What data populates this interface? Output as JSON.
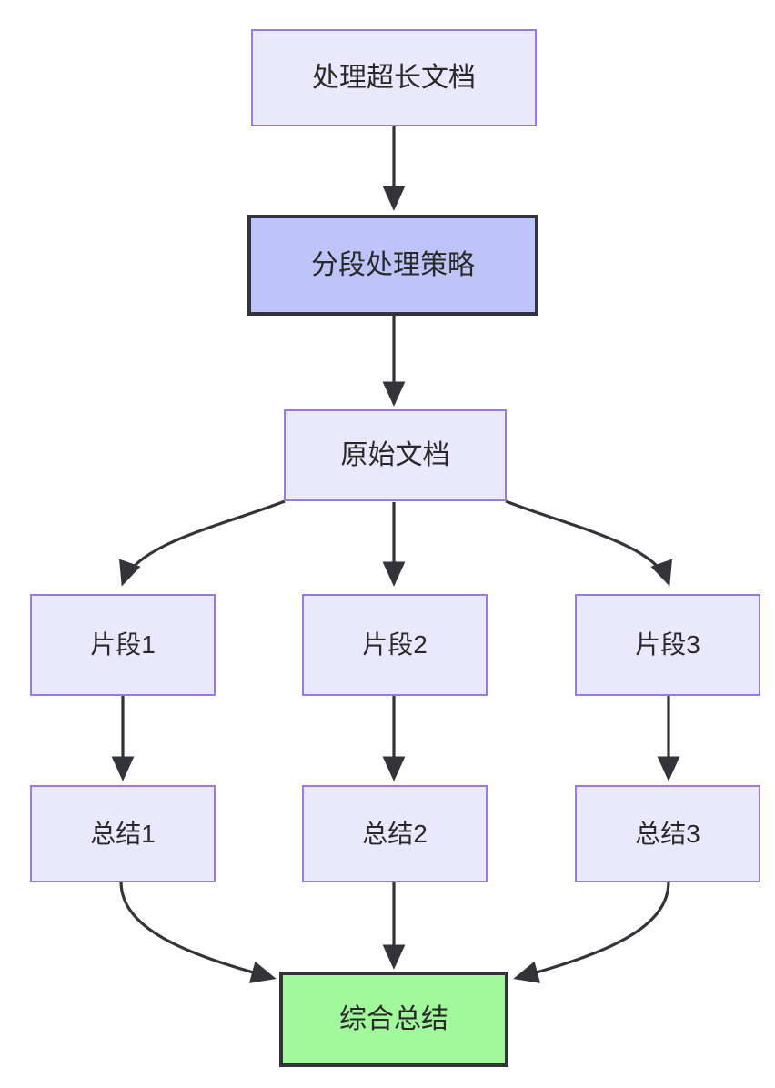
{
  "diagram": {
    "type": "flowchart",
    "direction": "top-down",
    "background_color": "#ffffff",
    "styles": {
      "default_fill": "#eae8fd",
      "default_stroke": "#9a79e0",
      "strategy_fill": "#bec4fa",
      "strategy_stroke": "#33333a",
      "final_fill": "#a2f99b",
      "final_stroke": "#33333a",
      "edge_color": "#33333a",
      "text_color": "#292929"
    },
    "nodes": [
      {
        "id": "n1",
        "label": "处理超长文档",
        "style": "default"
      },
      {
        "id": "n2",
        "label": "分段处理策略",
        "style": "strategy"
      },
      {
        "id": "n3",
        "label": "原始文档",
        "style": "default"
      },
      {
        "id": "n4",
        "label": "片段1",
        "style": "default"
      },
      {
        "id": "n5",
        "label": "片段2",
        "style": "default"
      },
      {
        "id": "n6",
        "label": "片段3",
        "style": "default"
      },
      {
        "id": "n7",
        "label": "总结1",
        "style": "default"
      },
      {
        "id": "n8",
        "label": "总结2",
        "style": "default"
      },
      {
        "id": "n9",
        "label": "总结3",
        "style": "default"
      },
      {
        "id": "n10",
        "label": "综合总结",
        "style": "final"
      }
    ],
    "edges": [
      {
        "from": "n1",
        "to": "n2",
        "shape": "straight"
      },
      {
        "from": "n2",
        "to": "n3",
        "shape": "straight"
      },
      {
        "from": "n3",
        "to": "n4",
        "shape": "curved"
      },
      {
        "from": "n3",
        "to": "n5",
        "shape": "straight"
      },
      {
        "from": "n3",
        "to": "n6",
        "shape": "curved"
      },
      {
        "from": "n4",
        "to": "n7",
        "shape": "straight"
      },
      {
        "from": "n5",
        "to": "n8",
        "shape": "straight"
      },
      {
        "from": "n6",
        "to": "n9",
        "shape": "straight"
      },
      {
        "from": "n7",
        "to": "n10",
        "shape": "curved"
      },
      {
        "from": "n8",
        "to": "n10",
        "shape": "straight"
      },
      {
        "from": "n9",
        "to": "n10",
        "shape": "curved"
      }
    ]
  }
}
